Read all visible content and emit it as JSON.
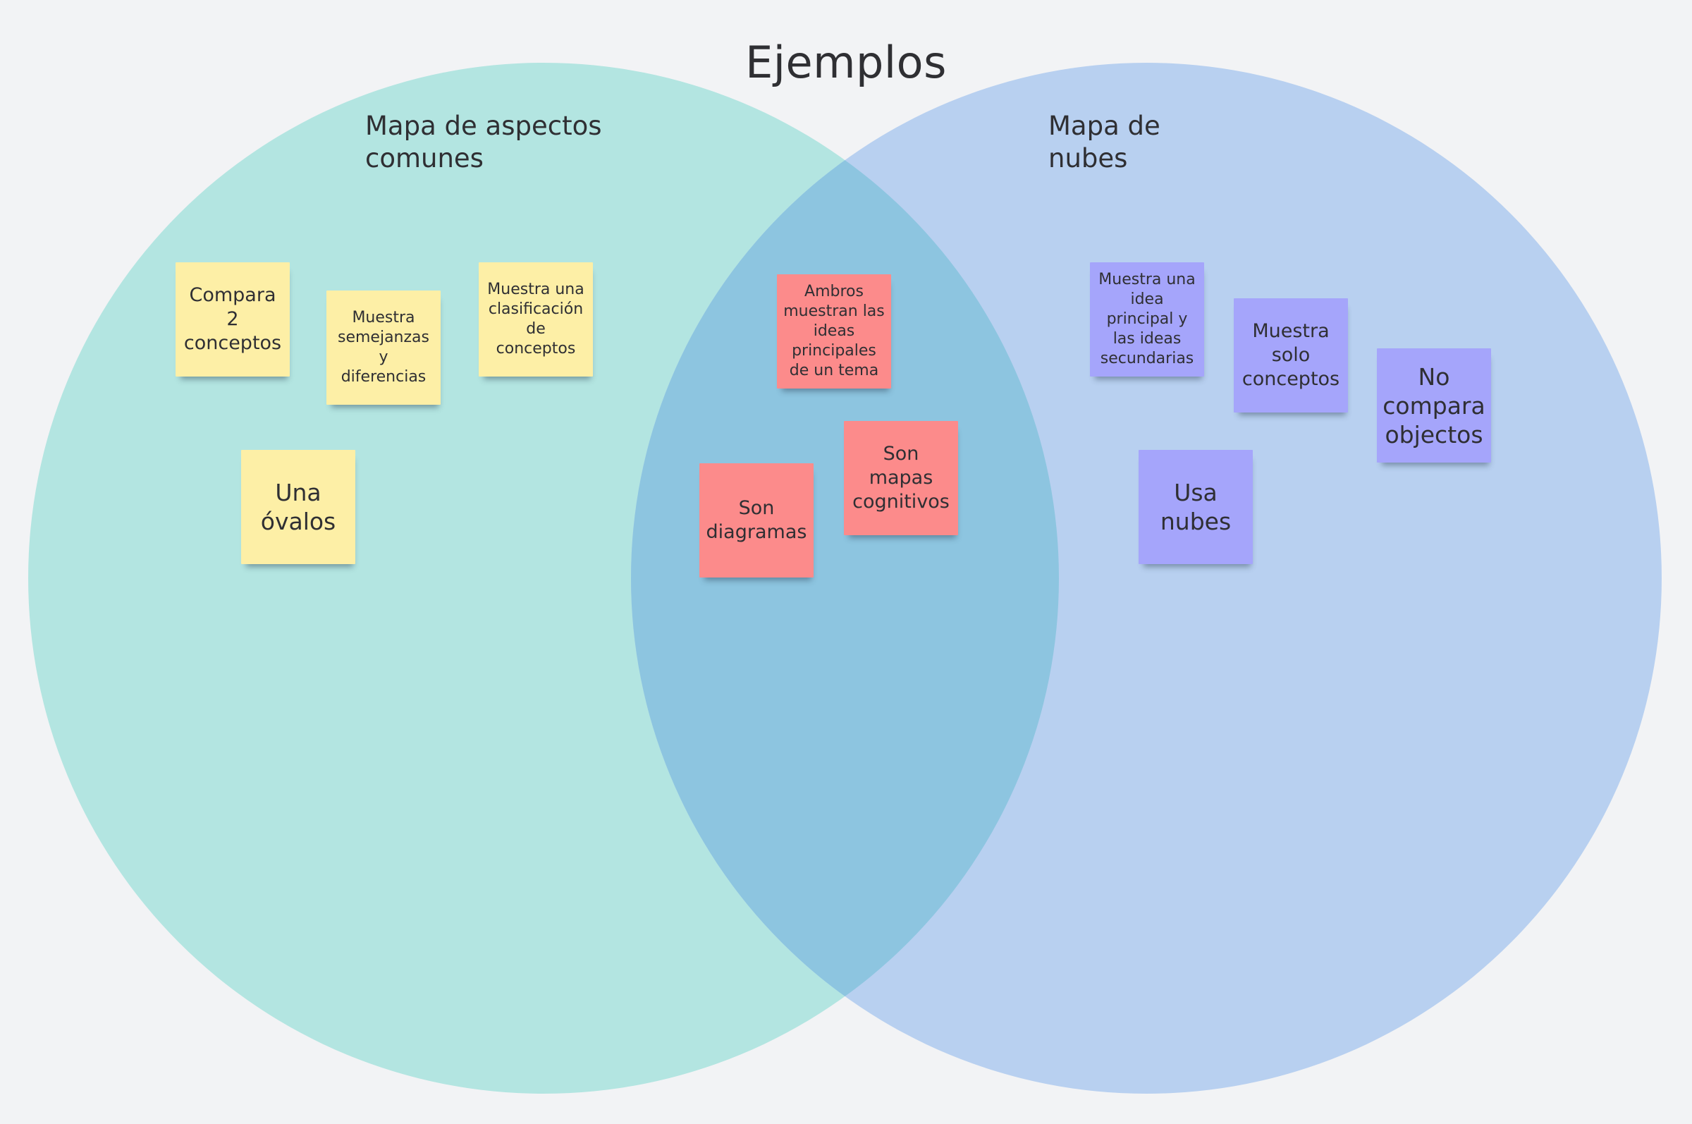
{
  "title": "Ejemplos",
  "colors": {
    "background": "#f2f3f5",
    "left_circle": "#b3e5e1",
    "right_circle": "#b8d0f0",
    "overlap": "#8dc5e0",
    "sticky_yellow": "#fdefa6",
    "sticky_red": "#fc8b8b",
    "sticky_purple": "#a5a5fb",
    "text": "#2f2f33"
  },
  "sets": {
    "left": {
      "label": "Mapa de aspectos\ncomunes",
      "notes": [
        {
          "text": "Compara\n2\nconceptos",
          "color": "yellow"
        },
        {
          "text": "Muestra\nsemejanzas\ny\ndiferencias",
          "color": "yellow"
        },
        {
          "text": "Muestra una\nclasificación\nde\nconceptos",
          "color": "yellow"
        },
        {
          "text": "Una\nóvalos",
          "color": "yellow"
        }
      ]
    },
    "overlap": {
      "notes": [
        {
          "text": "Ambros\nmuestran las\nideas\nprincipales\nde un tema",
          "color": "red"
        },
        {
          "text": "Son\ndiagramas",
          "color": "red"
        },
        {
          "text": "Son\nmapas\ncognitivos",
          "color": "red"
        }
      ]
    },
    "right": {
      "label": "Mapa de\nnubes",
      "notes": [
        {
          "text": "Muestra una\nidea\nprincipal y\nlas ideas\nsecundarias",
          "color": "purple"
        },
        {
          "text": "Muestra\nsolo\nconceptos",
          "color": "purple"
        },
        {
          "text": "No\ncompara\nobjectos",
          "color": "purple"
        },
        {
          "text": "Usa\nnubes",
          "color": "purple"
        }
      ]
    }
  }
}
